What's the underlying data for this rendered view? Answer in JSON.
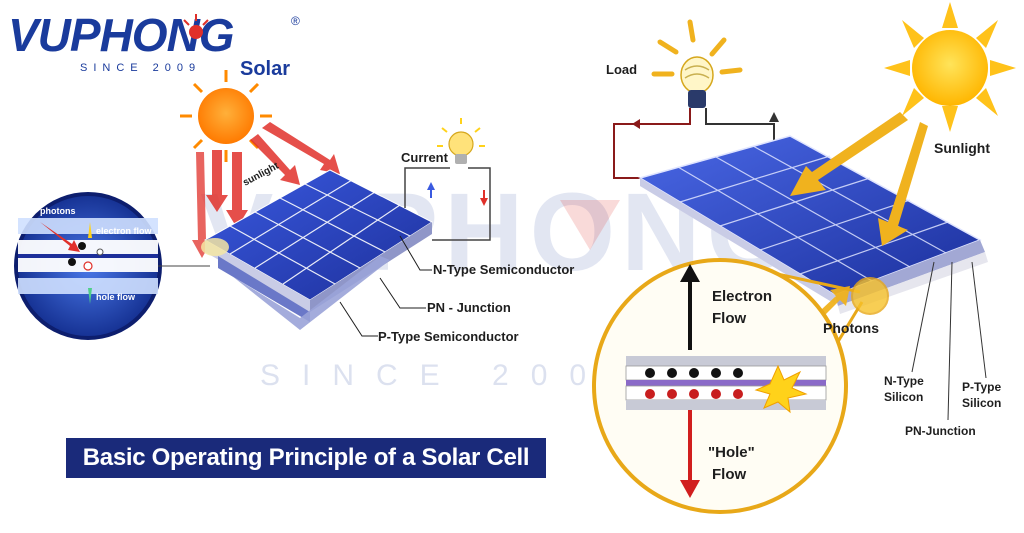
{
  "logo": {
    "word": "VUPHONG",
    "since": "SINCE 2009",
    "product": "Solar",
    "registered": "®"
  },
  "left": {
    "current": "Current",
    "n_type": "N-Type Semiconductor",
    "pn_junction": "PN - Junction",
    "p_type": "P-Type Semiconductor",
    "sunlight": "sunlight",
    "inset_photons": "photons",
    "inset_electron": "electron flow",
    "inset_hole": "hole flow"
  },
  "title": "Basic Operating Principle of a Solar Cell",
  "right": {
    "load": "Load",
    "sunlight": "Sunlight",
    "photons": "Photons",
    "electron_flow_1": "Electron",
    "electron_flow_2": "Flow",
    "hole_flow_1": "\"Hole\"",
    "hole_flow_2": "Flow",
    "n_type_1": "N-Type",
    "n_type_2": "Silicon",
    "p_type_1": "P-Type",
    "p_type_2": "Silicon",
    "pn_junction": "PN-Junction"
  },
  "watermark": {
    "since": "SINCE 2009"
  },
  "colors": {
    "brand": "#1a3b9c",
    "title_bg": "#1a2a7a",
    "panel": "#2c45c8",
    "sun_orange": "#ff8a00",
    "sun_yellow": "#ffd21a",
    "arrow_red": "#e0302a",
    "arrow_gold": "#f0b21e"
  }
}
